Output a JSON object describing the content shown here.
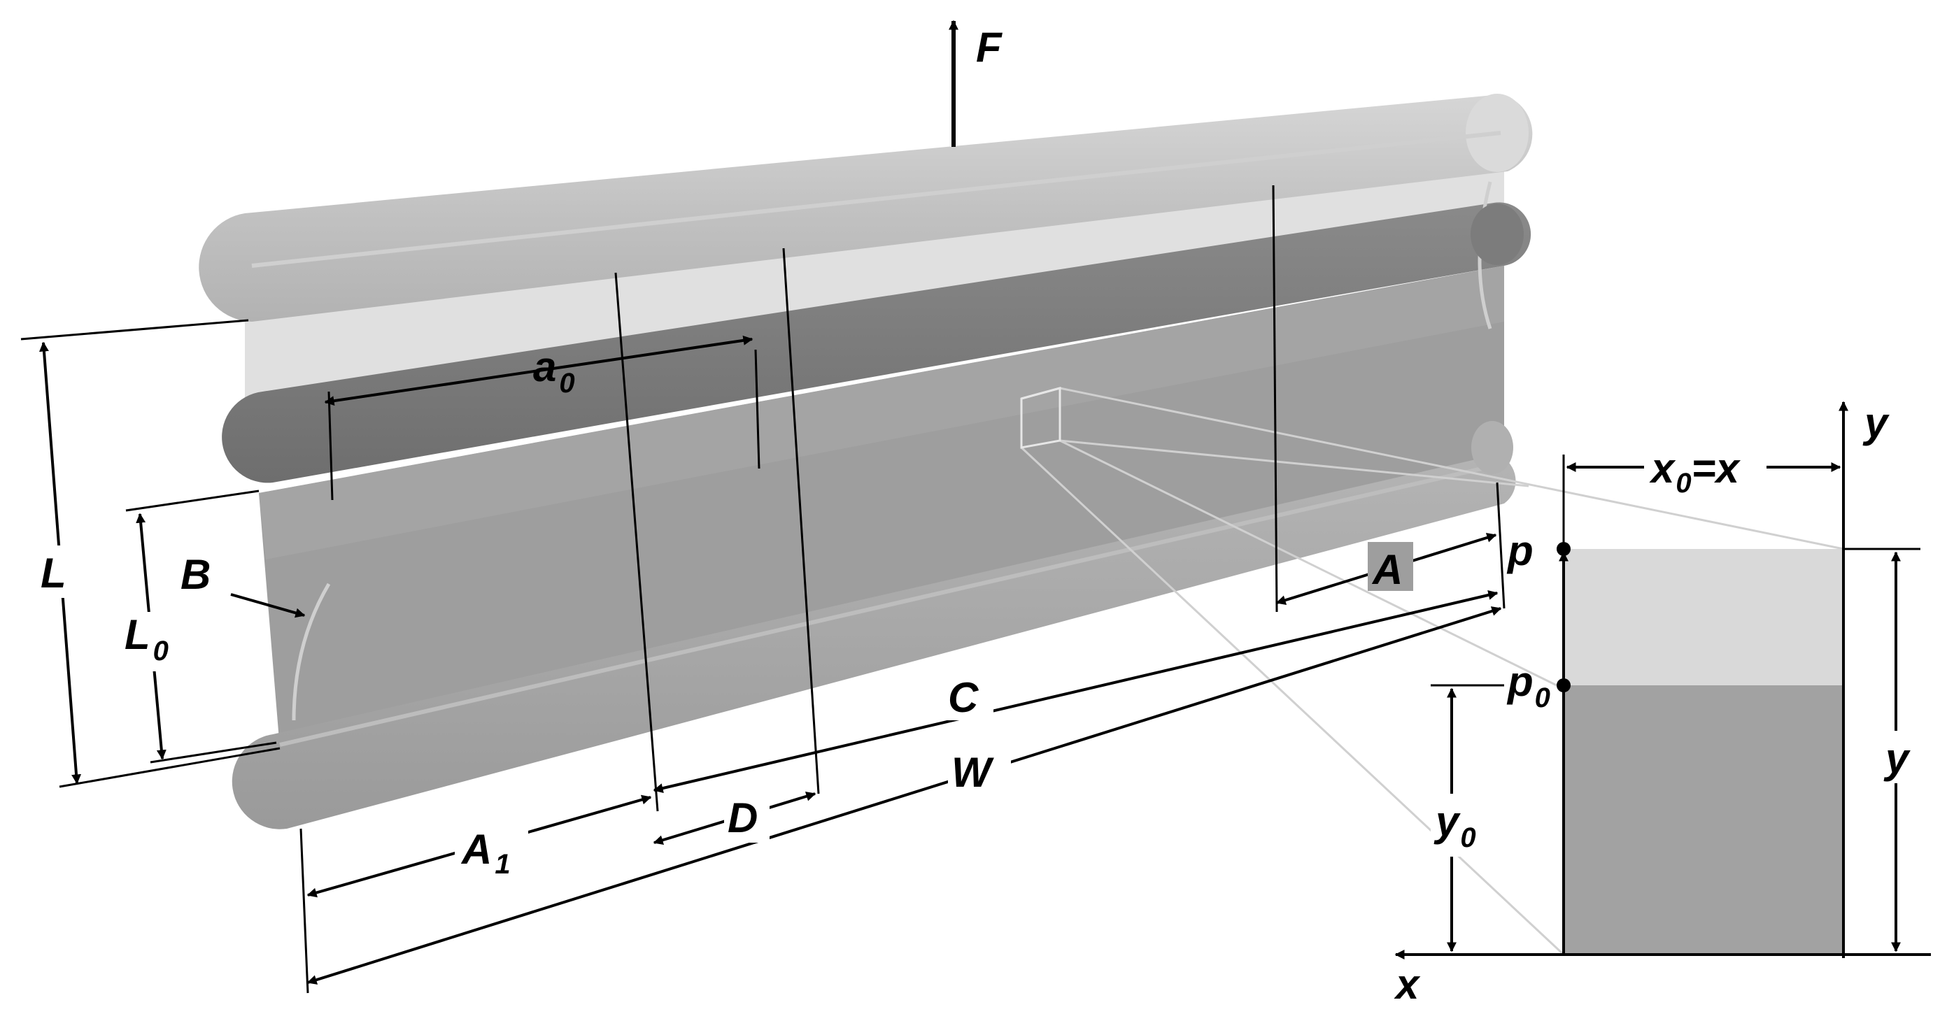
{
  "labels": {
    "F": "F",
    "a0": {
      "main": "a",
      "sub": "0"
    },
    "L": "L",
    "B": "B",
    "L0": {
      "main": "L",
      "sub": "0"
    },
    "A": "A",
    "C": "C",
    "W": "W",
    "D": "D",
    "A1": {
      "main": "A",
      "sub": "1"
    },
    "p": "p",
    "p0": {
      "main": "p",
      "sub": "0"
    },
    "y_axis": "y",
    "x0_eq_x": {
      "main": "x",
      "sub": "0",
      "rest": "=x"
    },
    "y_right": "y",
    "y0": {
      "main": "y",
      "sub": "0"
    },
    "x_axis": "x"
  },
  "colors": {
    "background": "#ffffff",
    "stroke": "#000000",
    "top_cylinder": "#c4c4c4",
    "top_cylinder_highlight": "#dcdcdc",
    "membrane_upper": "#e0e0e0",
    "back_cylinder": "#7a7a7a",
    "membrane_panel": "#9e9e9e",
    "front_cylinder": "#a8a8a8",
    "inset_light": "#d9d9d9",
    "inset_dark": "#a2a2a2",
    "guide_lines": "#d0d0d0"
  }
}
